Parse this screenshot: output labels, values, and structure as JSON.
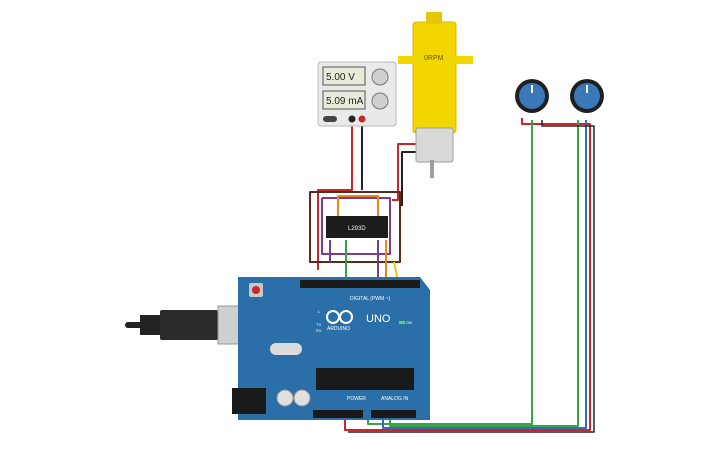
{
  "power_supply": {
    "voltage": "5.00 V",
    "current": "5.09 mA"
  },
  "motor": {
    "speed": "0RPM"
  },
  "driver_ic": {
    "label": "L293D"
  },
  "arduino": {
    "brand": "ARDUINO",
    "model": "UNO",
    "digital_header": "DIGITAL (PWM ~)",
    "power_header": "POWER",
    "analog_header": "ANALOG IN",
    "on_label": "ON",
    "tx_label": "TX",
    "rx_label": "RX",
    "l_label": "L"
  },
  "colors": {
    "board": "#2a6fa8",
    "motor_body": "#f2d600",
    "knob": "#3a78b8",
    "wire_red": "#c8262b",
    "wire_green": "#3aa34a",
    "wire_blue": "#2d6fb8",
    "wire_purple": "#7b3b8f",
    "wire_orange": "#e9851f",
    "wire_yellow": "#e8c41c",
    "wire_brown": "#5a2a1a",
    "wire_black": "#222222"
  }
}
